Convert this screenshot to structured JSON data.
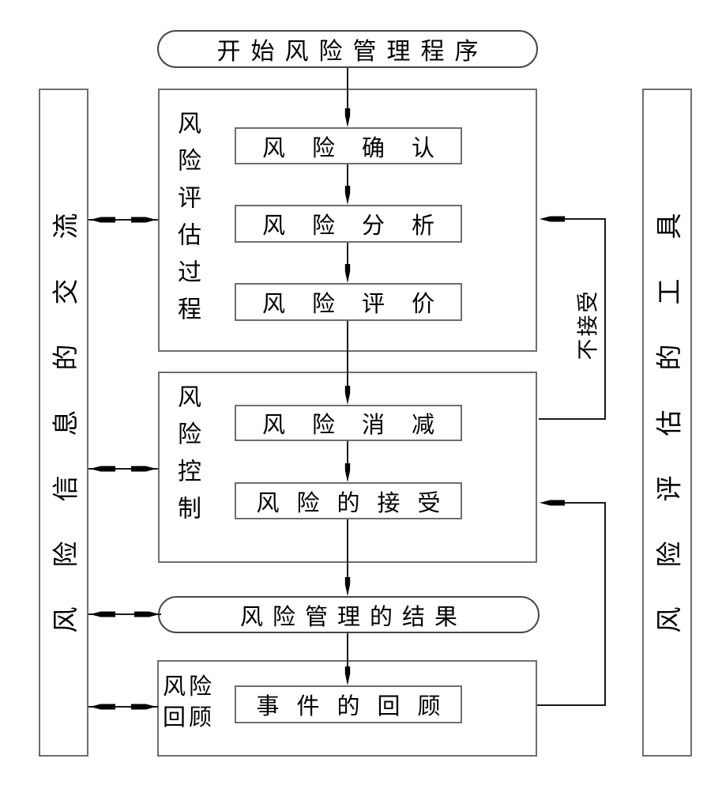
{
  "diagram": {
    "start": "开始风险管理程序",
    "left_bar": "风险信息的交流",
    "right_bar": "风险评估的工具",
    "groups": [
      {
        "label": "风险评估过程",
        "steps": [
          "风险确认",
          "风险分析",
          "风险评价"
        ]
      },
      {
        "label": "风险控制",
        "steps": [
          "风险消减",
          "风险的接受"
        ]
      },
      {
        "label": "风险回顾",
        "steps": [
          "事件的回顾"
        ]
      }
    ],
    "result": "风险管理的结果",
    "feedback_label": "不接受",
    "colors": {
      "line": "#1a1a1a",
      "border": "#6e6e6e",
      "text": "#000000",
      "background": "#ffffff"
    }
  }
}
